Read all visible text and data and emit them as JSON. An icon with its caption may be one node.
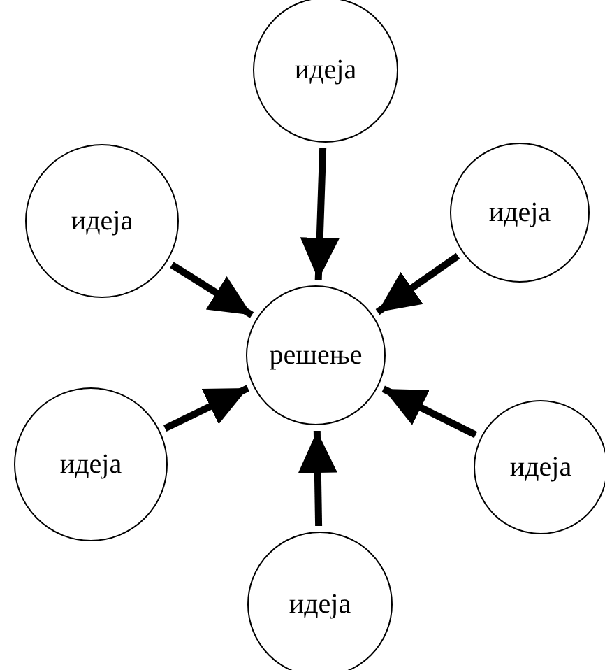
{
  "diagram": {
    "nodes": [
      {
        "text": [
          "идеја"
        ]
      },
      {
        "text": [
          "идеја"
        ]
      },
      {
        "text": [
          "идеја"
        ]
      },
      {
        "text": [
          "решење"
        ]
      },
      {
        "text": [
          "идеја"
        ]
      },
      {
        "text": [
          "идеја"
        ]
      },
      {
        "text": [
          "идеја"
        ]
      }
    ],
    "edges": [
      {
        "from": 0,
        "to": 3,
        "arrow": "to"
      },
      {
        "from": 1,
        "to": 3,
        "arrow": "to"
      },
      {
        "from": 2,
        "to": 3,
        "arrow": "to"
      },
      {
        "from": 4,
        "to": 3,
        "arrow": "to"
      },
      {
        "from": 5,
        "to": 3,
        "arrow": "to"
      },
      {
        "from": 6,
        "to": 3,
        "arrow": "to"
      }
    ]
  }
}
